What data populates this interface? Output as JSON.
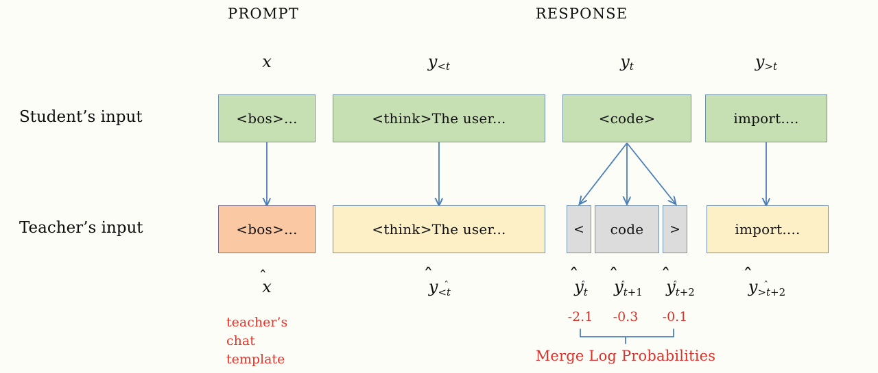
{
  "figure": {
    "background_color": "#fdfdf8",
    "box_border_color": "#5b7f9e",
    "arrow_color": "#4a7ebb",
    "annotation_color": "#d6332c"
  },
  "headers": {
    "prompt": "PROMPT",
    "response": "RESPONSE"
  },
  "top_symbols": [
    {
      "base": "x",
      "sub": ""
    },
    {
      "base": "y",
      "sub": "<t"
    },
    {
      "base": "y",
      "sub": "t"
    },
    {
      "base": "y",
      "sub": ">t"
    }
  ],
  "rows": {
    "student": {
      "label": "Student’s input",
      "boxes": [
        {
          "text": "<bos>...",
          "color": "green"
        },
        {
          "text": "<think>The user...",
          "color": "green"
        },
        {
          "text": "<code>",
          "color": "green"
        },
        {
          "text": "import....",
          "color": "green"
        }
      ]
    },
    "teacher": {
      "label": "Teacher’s input",
      "boxes": [
        {
          "text": "<bos>...",
          "color": "salmon"
        },
        {
          "text": "<think>The user...",
          "color": "yellow"
        },
        {
          "text": "<",
          "color": "gray"
        },
        {
          "text": "code",
          "color": "gray"
        },
        {
          "text": ">",
          "color": "gray"
        },
        {
          "text": "import....",
          "color": "yellow"
        }
      ]
    }
  },
  "bottom_symbols": [
    {
      "base": "x",
      "sub": ""
    },
    {
      "base": "y",
      "sub": "<t̂"
    },
    {
      "base": "y",
      "sub": "t̂"
    },
    {
      "base": "y",
      "sub": "t̂+1"
    },
    {
      "base": "y",
      "sub": "t̂+2"
    },
    {
      "base": "y",
      "sub": ">t̂+2"
    }
  ],
  "annotations": {
    "chat_template": {
      "line1": "teacher’s",
      "line2": "chat",
      "line3": "template"
    },
    "log_probabilities": [
      "-2.1",
      "-0.3",
      "-0.1"
    ],
    "merge_caption": "Merge Log Probabilities"
  }
}
